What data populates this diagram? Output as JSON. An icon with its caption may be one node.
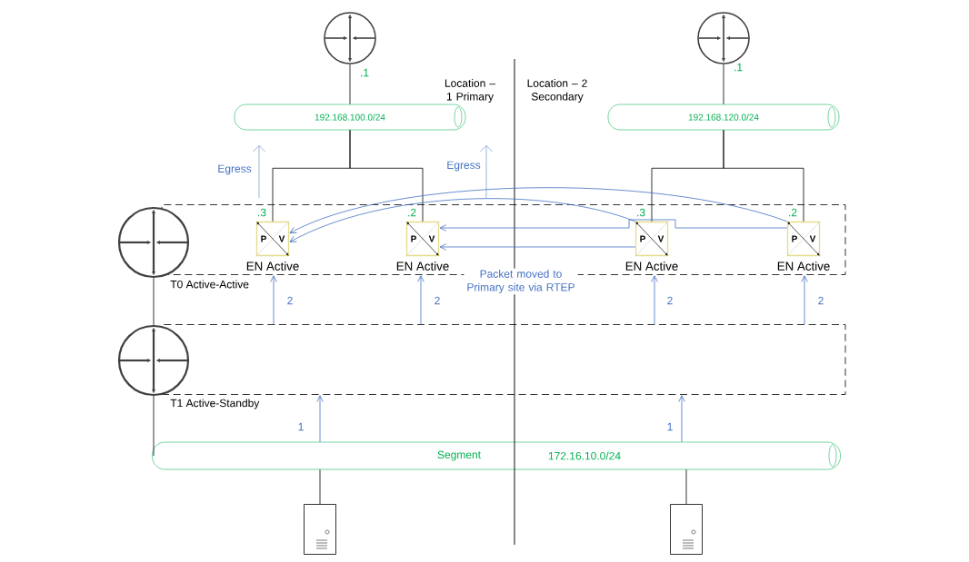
{
  "diagram": {
    "nodes": [
      {
        "text": [],
        "shape": "circle"
      },
      {
        "text": [],
        "shape": "circle"
      },
      {
        "text": [
          "192.168.100.0/24"
        ]
      },
      {
        "text": [
          "192.168.120.0/24"
        ]
      },
      {
        "text": [
          "T0 Active-Active"
        ]
      },
      {
        "text": [
          "P",
          "V",
          "EN Active"
        ],
        "in": 4,
        "beside": [
          ".3"
        ]
      },
      {
        "text": [
          "P",
          "V",
          "EN Active"
        ],
        "in": 4,
        "beside": [
          ".2"
        ]
      },
      {
        "text": [
          "P",
          "V",
          "EN Active"
        ],
        "in": 4,
        "beside": [
          ".3"
        ]
      },
      {
        "text": [
          "P",
          "V",
          "EN Active"
        ],
        "in": 4,
        "beside": [
          ".2"
        ]
      },
      {
        "text": [],
        "shape": "circle"
      },
      {
        "text": [
          "T1 Active-Standby"
        ]
      },
      {
        "text": [],
        "shape": "circle"
      },
      {
        "text": [
          "Segment",
          "172.16.10.0/24"
        ]
      },
      {
        "text": [],
        "shape": "server"
      },
      {
        "text": [],
        "shape": "server"
      }
    ],
    "edges": [
      {
        "from": 0,
        "to": 2,
        "arrow": "none",
        "label": ".1"
      },
      {
        "from": 1,
        "to": 3,
        "arrow": "none",
        "label": ".1"
      },
      {
        "from": 2,
        "to": 5,
        "arrow": "none"
      },
      {
        "from": 2,
        "to": 6,
        "arrow": "none"
      },
      {
        "from": 3,
        "to": 7,
        "arrow": "none"
      },
      {
        "from": 3,
        "to": 8,
        "arrow": "none"
      },
      {
        "from": 7,
        "to": 5,
        "arrow": "to",
        "color": "#4472c4"
      },
      {
        "from": 8,
        "to": 5,
        "arrow": "to",
        "color": "#4472c4"
      },
      {
        "from": 8,
        "to": 6,
        "arrow": "to",
        "color": "#4472c4"
      },
      {
        "from": 7,
        "to": 6,
        "arrow": "to",
        "color": "#4472c4"
      },
      {
        "from": 10,
        "to": 4,
        "arrow": "to",
        "label": "2",
        "color": "#4472c4"
      },
      {
        "from": 10,
        "to": 4,
        "arrow": "to",
        "label": "2",
        "color": "#4472c4"
      },
      {
        "from": 10,
        "to": 4,
        "arrow": "to",
        "label": "2",
        "color": "#4472c4"
      },
      {
        "from": 10,
        "to": 4,
        "arrow": "to",
        "label": "2",
        "color": "#4472c4"
      },
      {
        "from": 12,
        "to": 10,
        "arrow": "to",
        "label": "1",
        "color": "#4472c4"
      },
      {
        "from": 12,
        "to": 10,
        "arrow": "to",
        "label": "1",
        "color": "#4472c4"
      },
      {
        "from": 9,
        "to": 11,
        "arrow": "none"
      },
      {
        "from": 11,
        "to": 12,
        "arrow": "none"
      },
      {
        "from": 13,
        "to": 12,
        "arrow": "none"
      },
      {
        "from": 14,
        "to": 12,
        "arrow": "none"
      }
    ],
    "labels": [
      "Location – 1 Primary",
      "Location – 2 Secondary",
      "Egress",
      "Egress",
      "Packet moved to Primary site via RTEP"
    ]
  }
}
